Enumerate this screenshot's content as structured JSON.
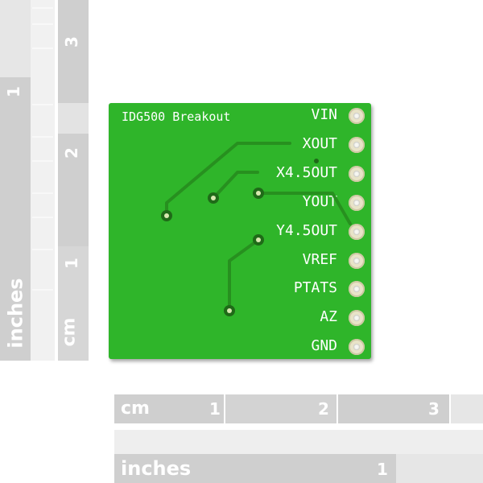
{
  "board": {
    "title": "IDG500 Breakout",
    "pins": [
      "VIN",
      "XOUT",
      "X4.5OUT",
      "YOUT",
      "Y4.5OUT",
      "VREF",
      "PTATS",
      "AZ",
      "GND"
    ]
  },
  "rulers": {
    "left_cm_label": "cm",
    "left_inches_label": "inches",
    "left_cm_numbers": [
      "1",
      "2",
      "3"
    ],
    "left_inch_numbers": [
      "1"
    ],
    "bottom_cm_label": "cm",
    "bottom_inches_label": "inches",
    "bottom_cm_numbers": [
      "1",
      "2",
      "3"
    ],
    "bottom_inch_numbers": [
      "1"
    ]
  },
  "colors": {
    "pcb": "#2fb52a",
    "trace": "#27901f",
    "ruler": "#cfcfcf"
  }
}
